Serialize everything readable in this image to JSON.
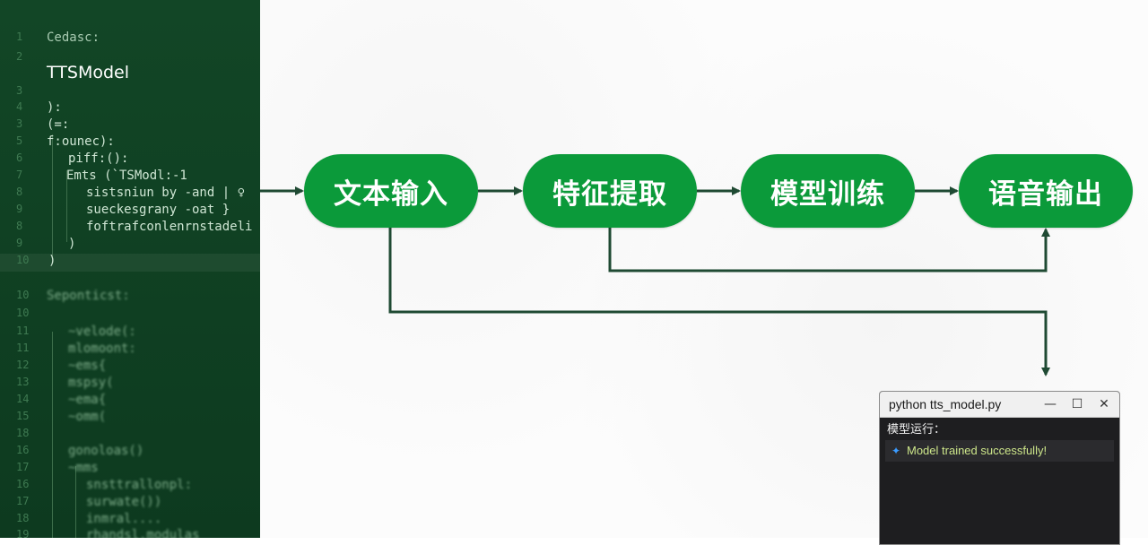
{
  "code_panel": {
    "lines": [
      {
        "num": "1",
        "text": "Cedasc:"
      },
      {
        "num": "2",
        "text": "TTSModel"
      },
      {
        "num": "3",
        "text": ""
      },
      {
        "num": "4",
        "text": "):"
      },
      {
        "num": "3",
        "text": "(=:"
      },
      {
        "num": "5",
        "text": "f:ounec):"
      },
      {
        "num": "6",
        "text": "piff:():"
      },
      {
        "num": "7",
        "text": "Emts (`TSModl:-1"
      },
      {
        "num": "8",
        "text": "sistsniun by -and | ♀"
      },
      {
        "num": "9",
        "text": "sueckesgrany -oat }"
      },
      {
        "num": "8",
        "text": "foftrafconlenrnstadeli"
      },
      {
        "num": "9",
        "text": ")"
      },
      {
        "num": "10",
        "text": ")"
      },
      {
        "num": "10",
        "text": "Seponticst:"
      },
      {
        "num": "10",
        "text": ""
      },
      {
        "num": "11",
        "text": "~velode(:"
      },
      {
        "num": "11",
        "text": "mlomoont:"
      },
      {
        "num": "12",
        "text": "~ems{"
      },
      {
        "num": "13",
        "text": "mspsy("
      },
      {
        "num": "14",
        "text": "~ema{"
      },
      {
        "num": "15",
        "text": "~omm("
      },
      {
        "num": "18",
        "text": ""
      },
      {
        "num": "16",
        "text": "gonoloas()"
      },
      {
        "num": "17",
        "text": "~mms"
      },
      {
        "num": "16",
        "text": "snsttrallonpl:"
      },
      {
        "num": "17",
        "text": "surwate())"
      },
      {
        "num": "18",
        "text": "inmral...."
      },
      {
        "num": "19",
        "text": "rhandsl.modulas"
      }
    ]
  },
  "flow": {
    "nodes": [
      "文本输入",
      "特征提取",
      "模型训练",
      "语音输出"
    ]
  },
  "terminal": {
    "title": "python tts_model.py",
    "line1": "模型运行：",
    "line2": "Model trained successfully!",
    "controls": {
      "minimize": "—",
      "maximize": "☐",
      "close": "✕"
    }
  },
  "colors": {
    "node_green": "#0b9a3a",
    "arrow_dark": "#1f4a33",
    "panel_green": "#0f3f22",
    "success_text": "#cde68a",
    "sparkle_blue": "#3a9bff"
  }
}
